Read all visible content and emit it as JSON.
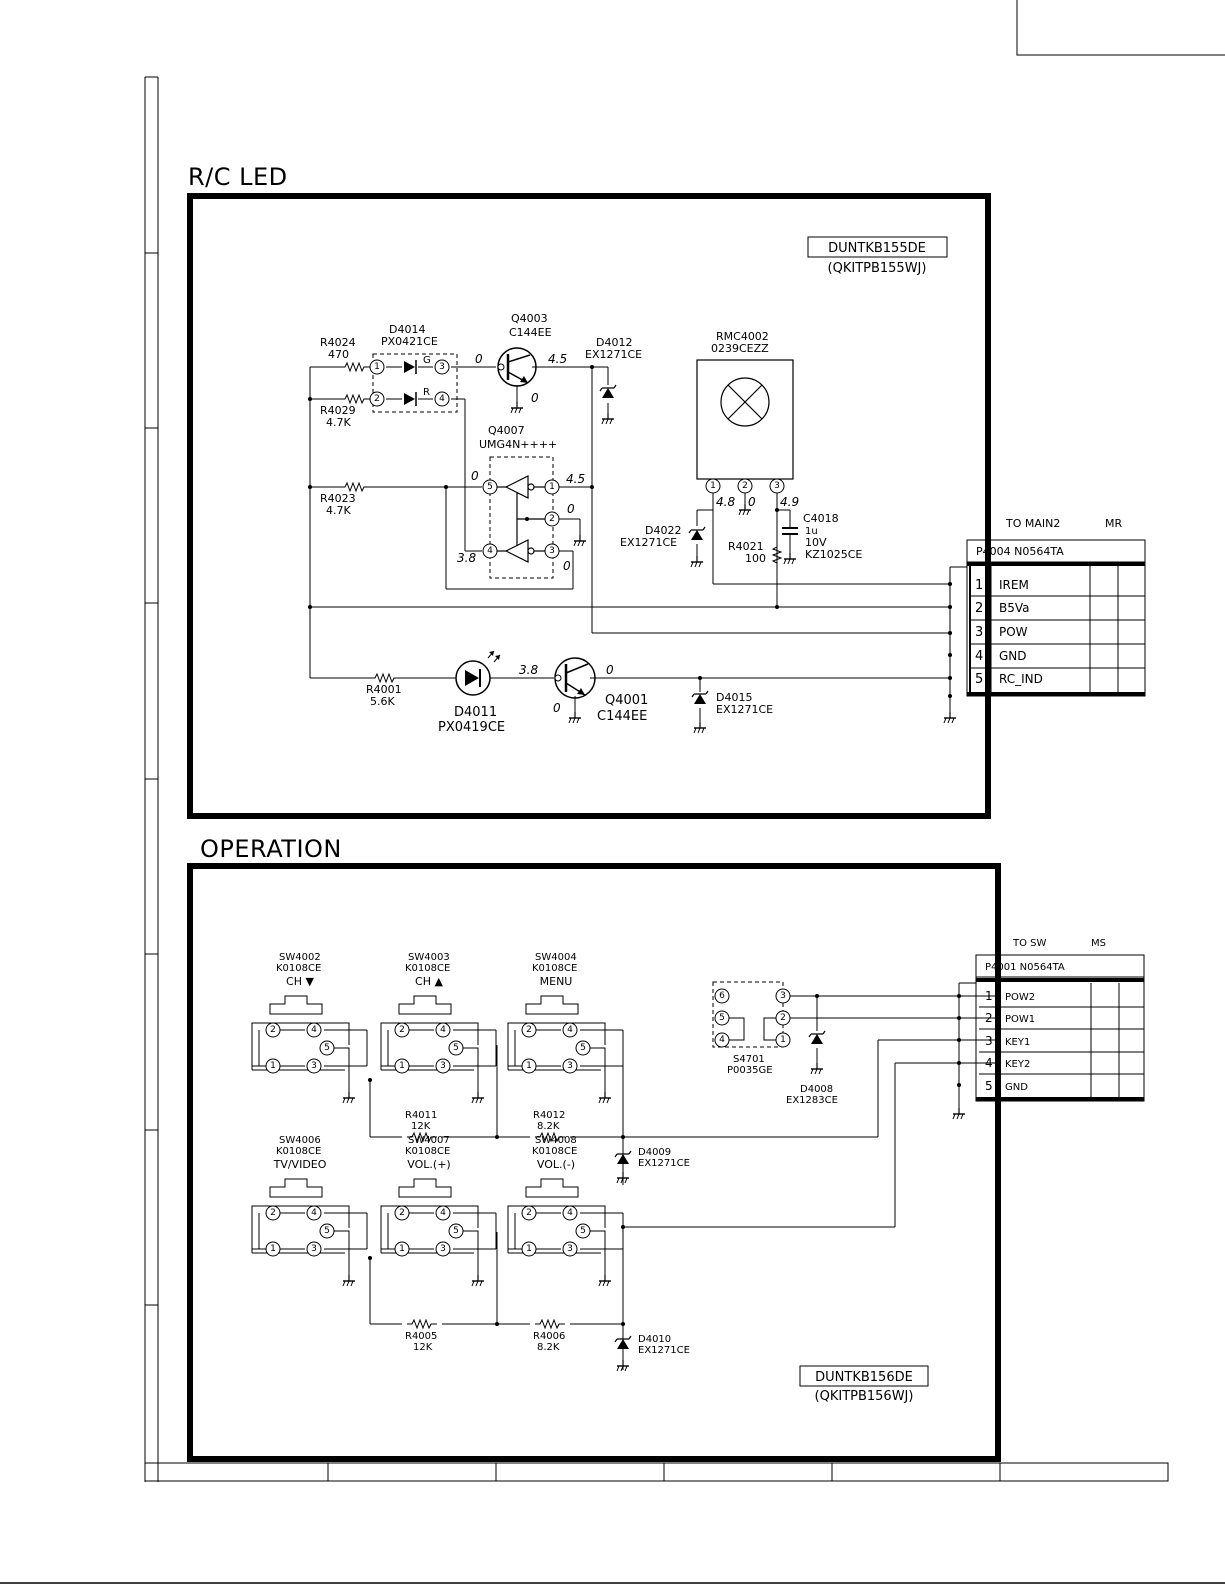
{
  "sections": {
    "rc_led": {
      "title": "R/C LED",
      "board": "DUNTKB155DE",
      "kit": "(QKITPB155WJ)"
    },
    "operation": {
      "title": "OPERATION",
      "board": "DUNTKB156DE",
      "kit": "(QKITPB156WJ)"
    }
  },
  "rc_components": {
    "r4024": {
      "ref": "R4024",
      "value": "470"
    },
    "r4029": {
      "ref": "R4029",
      "value": "4.7K"
    },
    "r4023": {
      "ref": "R4023",
      "value": "4.7K"
    },
    "r4001": {
      "ref": "R4001",
      "value": "5.6K"
    },
    "r4021": {
      "ref": "R4021",
      "value": "100"
    },
    "d4014": {
      "ref": "D4014",
      "part": "PX0421CE",
      "g": "G",
      "r": "R"
    },
    "q4003": {
      "ref": "Q4003",
      "part": "C144EE"
    },
    "d4012": {
      "ref": "D4012",
      "part": "EX1271CE"
    },
    "q4007": {
      "ref": "Q4007",
      "part": "UMG4N++++"
    },
    "rmc4002": {
      "ref": "RMC4002",
      "part": "0239CEZZ"
    },
    "d4022": {
      "ref": "D4022",
      "part": "EX1271CE"
    },
    "c4018": {
      "ref": "C4018",
      "v1": "1u",
      "v2": "10V",
      "part": "KZ1025CE"
    },
    "d4011": {
      "ref": "D4011",
      "part": "PX0419CE"
    },
    "q4001": {
      "ref": "Q4001",
      "part": "C144EE"
    },
    "d4015": {
      "ref": "D4015",
      "part": "EX1271CE"
    }
  },
  "rc_voltages": {
    "q4003_base": "0",
    "q4003_col": "4.5",
    "q4003_emit": "0",
    "q4007_in": "0",
    "q4007_out": "4.5",
    "q4007_pin2": "0",
    "q4007_pin4": "3.8",
    "q4007_pin3": "0",
    "rmc_pin1": "4.8",
    "rmc_pin2": "0",
    "rmc_pin3": "4.9",
    "q4001_base": "3.8",
    "q4001_col": "0",
    "q4001_emit": "0"
  },
  "connector_main": {
    "to_label": "TO MAIN2",
    "code": "MR",
    "header": "P4004  N0564TA",
    "pins": [
      {
        "num": "1",
        "name": "IREM"
      },
      {
        "num": "2",
        "name": "B5Va"
      },
      {
        "num": "3",
        "name": "POW"
      },
      {
        "num": "4",
        "name": "GND"
      },
      {
        "num": "5",
        "name": "RC_IND"
      }
    ]
  },
  "op_switches": [
    {
      "ref": "SW4002",
      "part": "K0108CE",
      "label": "CH ▼"
    },
    {
      "ref": "SW4003",
      "part": "K0108CE",
      "label": "CH ▲"
    },
    {
      "ref": "SW4004",
      "part": "K0108CE",
      "label": "MENU"
    },
    {
      "ref": "SW4006",
      "part": "K0108CE",
      "label": "TV/VIDEO"
    },
    {
      "ref": "SW4007",
      "part": "K0108CE",
      "label": "VOL.(+)"
    },
    {
      "ref": "SW4008",
      "part": "K0108CE",
      "label": "VOL.(-)"
    }
  ],
  "op_components": {
    "r4011": {
      "ref": "R4011",
      "value": "12K"
    },
    "r4012": {
      "ref": "R4012",
      "value": "8.2K"
    },
    "r4005": {
      "ref": "R4005",
      "value": "12K"
    },
    "r4006": {
      "ref": "R4006",
      "value": "8.2K"
    },
    "d4009": {
      "ref": "D4009",
      "part": "EX1271CE"
    },
    "d4010": {
      "ref": "D4010",
      "part": "EX1271CE"
    },
    "s4701": {
      "ref": "S4701",
      "part": "P0035GE"
    },
    "d4008": {
      "ref": "D4008",
      "part": "EX1283CE"
    }
  },
  "connector_sw": {
    "to_label": "TO SW",
    "code": "MS",
    "header": "P4001   N0564TA",
    "pins": [
      {
        "num": "1",
        "name": "POW2"
      },
      {
        "num": "2",
        "name": "POW1"
      },
      {
        "num": "3",
        "name": "KEY1"
      },
      {
        "num": "4",
        "name": "KEY2"
      },
      {
        "num": "5",
        "name": "GND"
      }
    ]
  }
}
